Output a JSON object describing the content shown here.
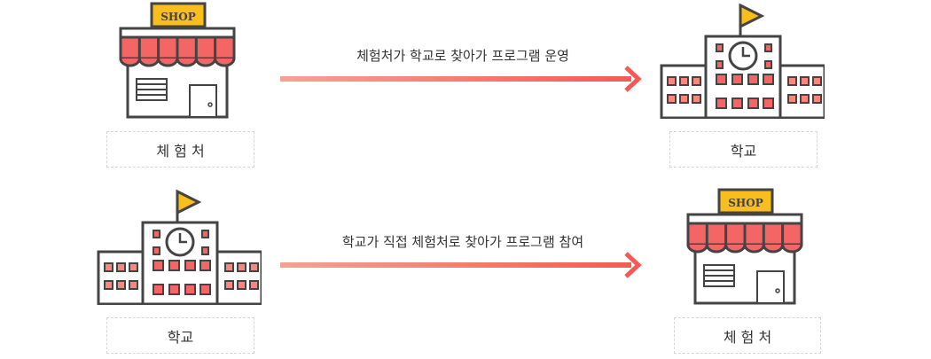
{
  "colors": {
    "awning": "#f46565",
    "sign": "#f8be1c",
    "outline": "#444444",
    "arrow_start": "#f8a095",
    "arrow_end": "#f45a55"
  },
  "rows": [
    {
      "left_label": "체 험 처",
      "right_label": "학교",
      "caption": "체험처가 학교로 찾아가 프로그램 운영",
      "left_icon": "shop-icon",
      "right_icon": "school-icon"
    },
    {
      "left_label": "학교",
      "right_label": "체 험 처",
      "caption": "학교가 직접 체험처로 찾아가 프로그램 참여",
      "left_icon": "school-icon",
      "right_icon": "shop-icon"
    }
  ],
  "shop_sign": "SHOP"
}
